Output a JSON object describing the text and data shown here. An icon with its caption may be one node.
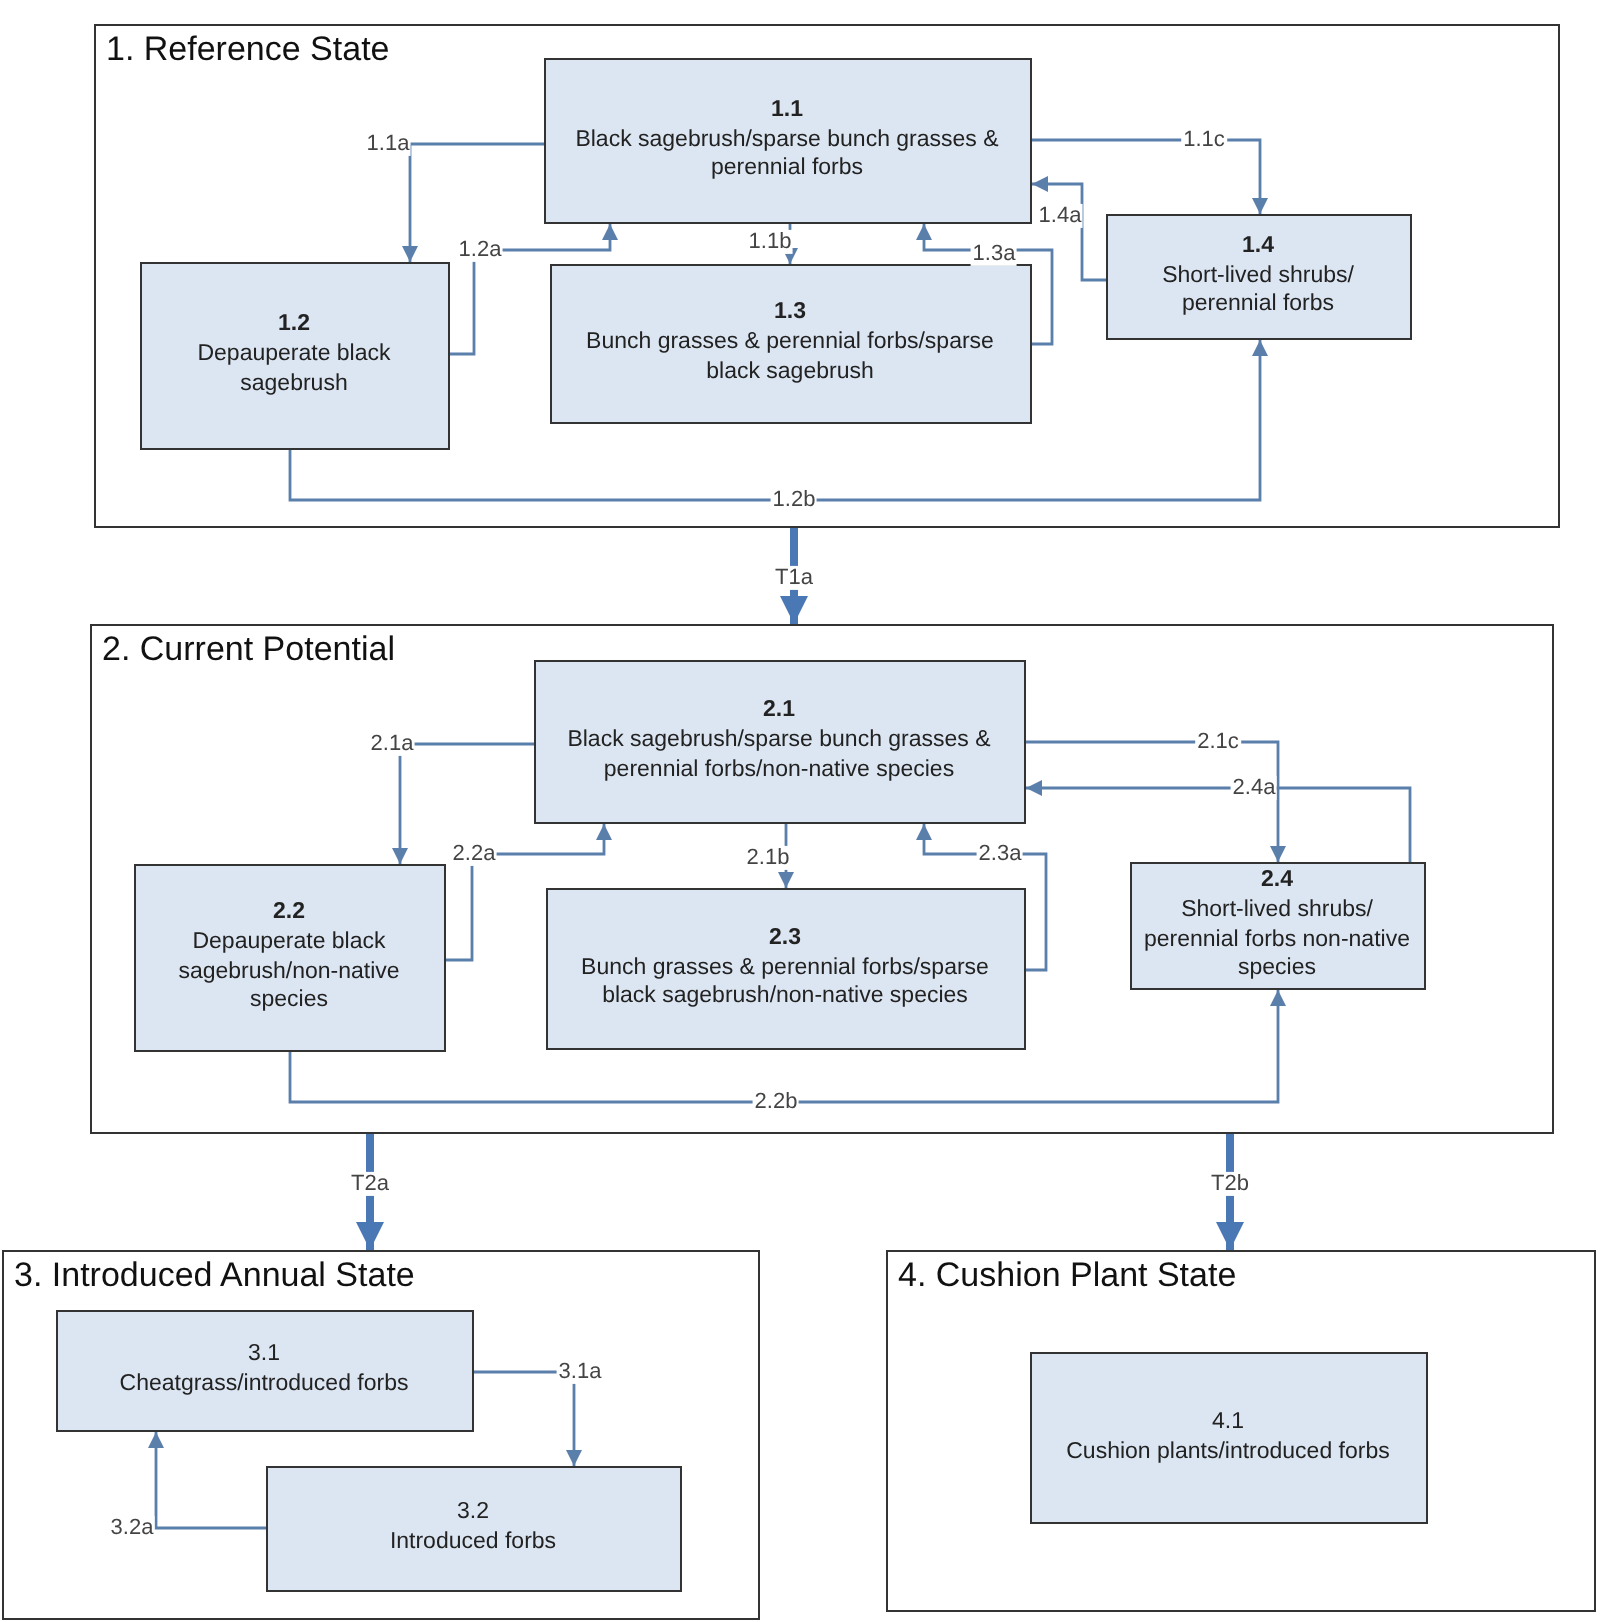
{
  "diagram": {
    "nodes": [
      {
        "text": [
          "1. Reference State"
        ]
      },
      {
        "text": [
          "1.1",
          "Black sagebrush/sparse bunch grasses & perennial forbs"
        ],
        "in": 0
      },
      {
        "text": [
          "1.2",
          "Depauperate black sagebrush"
        ],
        "in": 0
      },
      {
        "text": [
          "1.3",
          "Bunch grasses & perennial forbs/sparse black sagebrush"
        ],
        "in": 0
      },
      {
        "text": [
          "1.4",
          "Short-lived shrubs/ perennial forbs"
        ],
        "in": 0
      },
      {
        "text": [
          "2. Current Potential"
        ]
      },
      {
        "text": [
          "2.1",
          "Black sagebrush/sparse bunch grasses & perennial forbs/non-native species"
        ],
        "in": 5
      },
      {
        "text": [
          "2.2",
          "Depauperate black sagebrush/non-native species"
        ],
        "in": 5
      },
      {
        "text": [
          "2.3",
          "Bunch grasses & perennial forbs/sparse black sagebrush/non-native species"
        ],
        "in": 5
      },
      {
        "text": [
          "2.4",
          "Short-lived shrubs/ perennial forbs non-native species"
        ],
        "in": 5
      },
      {
        "text": [
          "3. Introduced Annual State"
        ]
      },
      {
        "text": [
          "3.1",
          "Cheatgrass/introduced forbs"
        ],
        "in": 10
      },
      {
        "text": [
          "3.2",
          "Introduced forbs"
        ],
        "in": 10
      },
      {
        "text": [
          "4. Cushion Plant State"
        ]
      },
      {
        "text": [
          "4.1",
          "Cushion plants/introduced forbs"
        ],
        "in": 13
      }
    ],
    "edges": [
      {
        "from": 1,
        "to": 2,
        "arrow": "to",
        "label": "1.1a"
      },
      {
        "from": 2,
        "to": 1,
        "arrow": "to",
        "label": "1.2a"
      },
      {
        "from": 1,
        "to": 3,
        "arrow": "to",
        "label": "1.1b"
      },
      {
        "from": 3,
        "to": 1,
        "arrow": "to",
        "label": "1.3a"
      },
      {
        "from": 1,
        "to": 4,
        "arrow": "to",
        "label": "1.1c"
      },
      {
        "from": 4,
        "to": 1,
        "arrow": "to",
        "label": "1.4a"
      },
      {
        "from": 2,
        "to": 4,
        "arrow": "to",
        "label": "1.2b"
      },
      {
        "from": 0,
        "to": 5,
        "arrow": "to",
        "label": "T1a",
        "style": "thick"
      },
      {
        "from": 6,
        "to": 7,
        "arrow": "to",
        "label": "2.1a"
      },
      {
        "from": 7,
        "to": 6,
        "arrow": "to",
        "label": "2.2a"
      },
      {
        "from": 6,
        "to": 8,
        "arrow": "to",
        "label": "2.1b"
      },
      {
        "from": 8,
        "to": 6,
        "arrow": "to",
        "label": "2.3a"
      },
      {
        "from": 6,
        "to": 9,
        "arrow": "to",
        "label": "2.1c"
      },
      {
        "from": 9,
        "to": 6,
        "arrow": "to",
        "label": "2.4a"
      },
      {
        "from": 7,
        "to": 9,
        "arrow": "to",
        "label": "2.2b"
      },
      {
        "from": 5,
        "to": 10,
        "arrow": "to",
        "label": "T2a",
        "style": "thick"
      },
      {
        "from": 5,
        "to": 13,
        "arrow": "to",
        "label": "T2b",
        "style": "thick"
      },
      {
        "from": 11,
        "to": 12,
        "arrow": "to",
        "label": "3.1a"
      },
      {
        "from": 12,
        "to": 11,
        "arrow": "to",
        "label": "3.2a"
      }
    ]
  }
}
